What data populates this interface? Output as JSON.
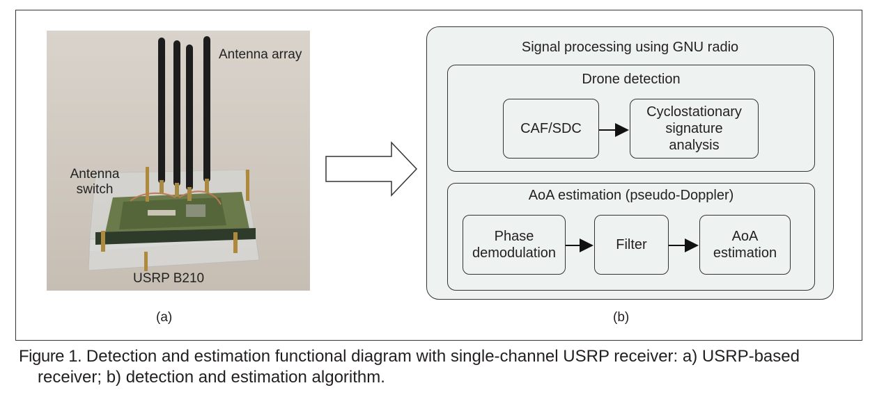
{
  "photo": {
    "labels": {
      "antenna_array": "Antenna array",
      "antenna_switch": "Antenna switch",
      "usrp": "USRP B210"
    }
  },
  "captions": {
    "a": "(a)",
    "b": "(b)"
  },
  "diagram": {
    "title": "Signal processing using GNU radio",
    "detection": {
      "title": "Drone detection",
      "blocks": [
        "CAF/SDC",
        "Cyclostationary signature analysis"
      ]
    },
    "aoa": {
      "title": "AoA estimation (pseudo-Doppler)",
      "blocks": [
        "Phase demodulation",
        "Filter",
        "AoA estimation"
      ]
    }
  },
  "figure_caption": {
    "label": "Figure 1.",
    "text_line1": "Detection and estimation functional diagram with single-channel USRP receiver: a) USRP-based",
    "text_line2": "receiver; b) detection and estimation algorithm."
  }
}
